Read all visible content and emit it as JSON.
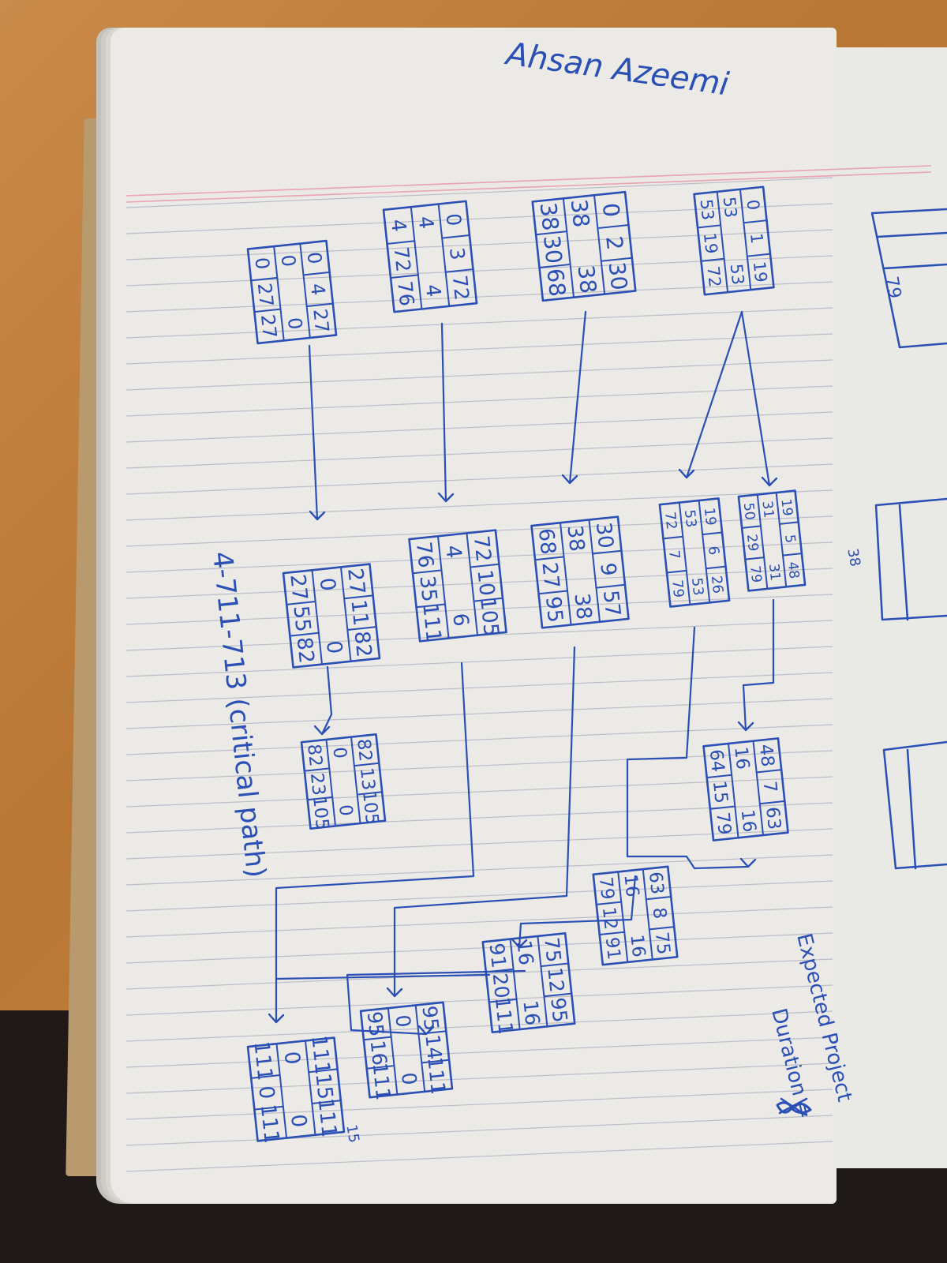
{
  "header": {
    "author": "Ahsan Azeemi"
  },
  "critical_path": {
    "label": "4-711-713 (critical path)"
  },
  "duration_note": {
    "line1": "Expected Project",
    "line2": "Duration ="
  },
  "nodes": {
    "n1": {
      "cells": [
        [
          "0",
          "1",
          "19"
        ],
        [
          "53",
          "",
          "53"
        ],
        [
          "53",
          "19",
          "72"
        ]
      ]
    },
    "n2": {
      "cells": [
        [
          "0",
          "2",
          "30"
        ],
        [
          "38",
          "",
          "38"
        ],
        [
          "38",
          "30",
          "68"
        ]
      ]
    },
    "n3": {
      "cells": [
        [
          "0",
          "3",
          "72"
        ],
        [
          "4",
          "",
          "4"
        ],
        [
          "4",
          "72",
          "76"
        ]
      ]
    },
    "n4": {
      "cells": [
        [
          "0",
          "4",
          "27"
        ],
        [
          "0",
          "",
          "0"
        ],
        [
          "0",
          "27",
          "27"
        ]
      ]
    },
    "n5": {
      "cells": [
        [
          "19",
          "5",
          "48"
        ],
        [
          "31",
          "",
          "31"
        ],
        [
          "50",
          "29",
          "79"
        ]
      ]
    },
    "n6": {
      "cells": [
        [
          "19",
          "6",
          "26"
        ],
        [
          "53",
          "",
          "53"
        ],
        [
          "72",
          "7",
          "79"
        ]
      ]
    },
    "n7": {
      "cells": [
        [
          "30",
          "9",
          "57"
        ],
        [
          "38",
          "",
          "38"
        ],
        [
          "68",
          "27",
          "95"
        ]
      ]
    },
    "n8": {
      "cells": [
        [
          "72",
          "10",
          "105"
        ],
        [
          "4",
          "",
          "6"
        ],
        [
          "76",
          "35",
          "111"
        ]
      ]
    },
    "n9": {
      "cells": [
        [
          "27",
          "11",
          "82"
        ],
        [
          "0",
          "",
          "0"
        ],
        [
          "27",
          "55",
          "82"
        ]
      ]
    },
    "n10": {
      "cells": [
        [
          "48",
          "7",
          "63"
        ],
        [
          "16",
          "",
          "16"
        ],
        [
          "64",
          "15",
          "79"
        ]
      ]
    },
    "n11": {
      "cells": [
        [
          "82",
          "13",
          "105"
        ],
        [
          "0",
          "",
          "0"
        ],
        [
          "82",
          "23",
          "105"
        ]
      ]
    },
    "n12": {
      "cells": [
        [
          "63",
          "8",
          "75"
        ],
        [
          "16",
          "",
          "16"
        ],
        [
          "79",
          "12",
          "91"
        ]
      ]
    },
    "n13": {
      "cells": [
        [
          "75",
          "12",
          "95"
        ],
        [
          "16",
          "",
          "16"
        ],
        [
          "91",
          "20",
          "111"
        ]
      ]
    },
    "n14": {
      "cells": [
        [
          "95",
          "14",
          "111"
        ],
        [
          "0",
          "",
          "0"
        ],
        [
          "95",
          "16",
          "111"
        ]
      ]
    },
    "n15": {
      "cells": [
        [
          "111",
          "15",
          "111"
        ],
        [
          "0",
          "",
          "0"
        ],
        [
          "111",
          "0",
          "111"
        ]
      ]
    }
  },
  "side_marks": {
    "m1": "38",
    "m2": "15",
    "m3": "79"
  },
  "colors": {
    "ink": "#2a4fb5",
    "paper": "#eceae6",
    "desk": "#b87734"
  }
}
